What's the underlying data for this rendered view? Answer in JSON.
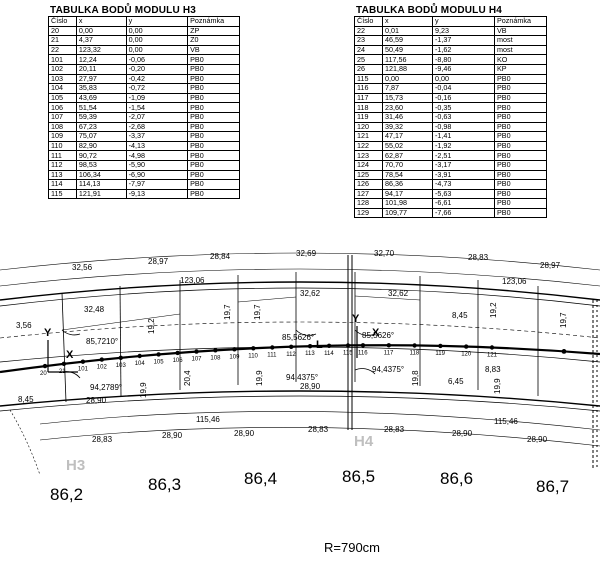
{
  "table_h3": {
    "title": "TABULKA BODŮ MODULU H3",
    "headers": [
      "Číslo",
      "x",
      "y",
      "Poznámka"
    ],
    "rows": [
      [
        "20",
        "0,00",
        "0,00",
        "ZP"
      ],
      [
        "21",
        "4,37",
        "0,00",
        "Z0"
      ],
      [
        "22",
        "123,32",
        "0,00",
        "VB"
      ],
      [
        "101",
        "12,24",
        "-0,06",
        "PB0"
      ],
      [
        "102",
        "20,11",
        "-0,20",
        "PB0"
      ],
      [
        "103",
        "27,97",
        "-0,42",
        "PB0"
      ],
      [
        "104",
        "35,83",
        "-0,72",
        "PB0"
      ],
      [
        "105",
        "43,69",
        "-1,09",
        "PB0"
      ],
      [
        "106",
        "51,54",
        "-1,54",
        "PB0"
      ],
      [
        "107",
        "59,39",
        "-2,07",
        "PB0"
      ],
      [
        "108",
        "67,23",
        "-2,68",
        "PB0"
      ],
      [
        "109",
        "75,07",
        "-3,37",
        "PB0"
      ],
      [
        "110",
        "82,90",
        "-4,13",
        "PB0"
      ],
      [
        "111",
        "90,72",
        "-4,98",
        "PB0"
      ],
      [
        "112",
        "98,53",
        "-5,90",
        "PB0"
      ],
      [
        "113",
        "106,34",
        "-6,90",
        "PB0"
      ],
      [
        "114",
        "114,13",
        "-7,97",
        "PB0"
      ],
      [
        "115",
        "121,91",
        "-9,13",
        "PB0"
      ]
    ]
  },
  "table_h4": {
    "title": "TABULKA BODŮ MODULU H4",
    "headers": [
      "Číslo",
      "x",
      "y",
      "Poznámka"
    ],
    "rows": [
      [
        "22",
        "0,01",
        "9,23",
        "VB"
      ],
      [
        "23",
        "46,59",
        "-1,37",
        "most"
      ],
      [
        "24",
        "50,49",
        "-1,62",
        "most"
      ],
      [
        "25",
        "117,56",
        "-8,80",
        "KO"
      ],
      [
        "26",
        "121,88",
        "-9,46",
        "KP"
      ],
      [
        "115",
        "0,00",
        "0,00",
        "PB0"
      ],
      [
        "116",
        "7,87",
        "-0,04",
        "PB0"
      ],
      [
        "117",
        "15,73",
        "-0,16",
        "PB0"
      ],
      [
        "118",
        "23,60",
        "-0,35",
        "PB0"
      ],
      [
        "119",
        "31,46",
        "-0,63",
        "PB0"
      ],
      [
        "120",
        "39,32",
        "-0,98",
        "PB0"
      ],
      [
        "121",
        "47,17",
        "-1,41",
        "PB0"
      ],
      [
        "122",
        "55,02",
        "-1,92",
        "PB0"
      ],
      [
        "123",
        "62,87",
        "-2,51",
        "PB0"
      ],
      [
        "124",
        "70,70",
        "-3,17",
        "PB0"
      ],
      [
        "125",
        "78,54",
        "-3,91",
        "PB0"
      ],
      [
        "126",
        "86,36",
        "-4,73",
        "PB0"
      ],
      [
        "127",
        "94,17",
        "-5,63",
        "PB0"
      ],
      [
        "128",
        "101,98",
        "-6,61",
        "PB0"
      ],
      [
        "129",
        "109,77",
        "-7,66",
        "PB0"
      ]
    ]
  },
  "plan": {
    "top_dims": [
      "32,56",
      "28,97",
      "28,84",
      "32,69",
      "32,70",
      "28,83",
      "28,97"
    ],
    "top_total_h3": "123,06",
    "top_total_h4": "123,06",
    "inner_top": [
      "32,48",
      "32,62",
      "32,62"
    ],
    "small_3_56": "3,56",
    "small_8_45_left": "8,45",
    "small_8_45_right": "8,45",
    "small_6_45": "6,45",
    "small_8_83": "8,83",
    "vert_19_2_a": "19,2",
    "vert_19_7_a": "19,7",
    "vert_19_7_b": "19,7",
    "vert_19_2_b": "19,2",
    "vert_19_7_c": "19,7",
    "vert_19_9_a": "19,9",
    "vert_20_4": "20,4",
    "vert_19_9_b": "19,9",
    "vert_19_8": "19,8",
    "vert_19_9_c": "19,9",
    "angle_tl": "85,7210°",
    "angle_tr": "85,5626°",
    "angle_tr2": "85,5626°",
    "angle_bl": "94,2789°",
    "angle_bm": "94,4375°",
    "angle_br": "94,4375°",
    "mid_28_90_left": "28,90",
    "mid_28_90_mid": "28,90",
    "bottom_total_h3": "115,46",
    "bottom_total_h4": "115,46",
    "bottom_dims": [
      "28,83",
      "28,90",
      "28,90",
      "28,83",
      "28,83",
      "28,90",
      "28,90"
    ],
    "axis_y": "Y",
    "axis_x": "X",
    "point_labels_h3": [
      "20",
      "21",
      "101",
      "102",
      "103",
      "104",
      "105",
      "106",
      "107",
      "108",
      "109",
      "110",
      "111",
      "112",
      "113",
      "114",
      "115"
    ],
    "point_labels_h4": [
      "116",
      "117",
      "118",
      "119",
      "120",
      "121"
    ],
    "line_mark": "L",
    "module_h3": "H3",
    "module_h4": "H4",
    "stations": [
      "86,2",
      "86,3",
      "86,4",
      "86,5",
      "86,6",
      "86,7"
    ],
    "radius": "R=790cm"
  }
}
